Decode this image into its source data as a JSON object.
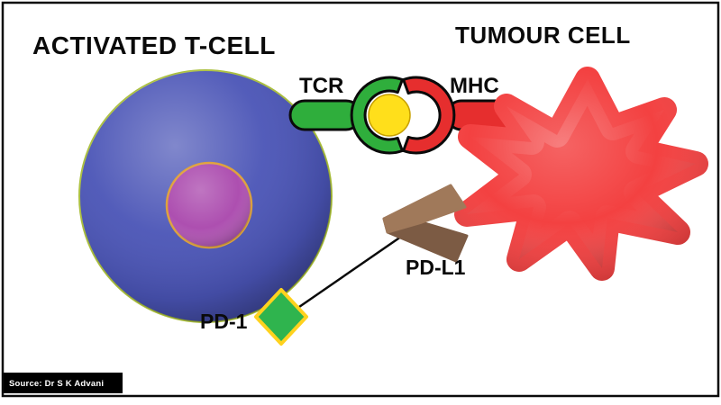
{
  "diagram": {
    "title_left": "ACTIVATED T-CELL",
    "title_right": "TUMOUR CELL",
    "labels": {
      "tcr": "TCR",
      "mhc": "MHC",
      "pd1": "PD-1",
      "pdl1": "PD-L1"
    },
    "source": "Source: Dr S K Advani",
    "colors": {
      "t_cell": "#4a54b6",
      "t_cell_rim": "#aabf3e",
      "nucleus": "#ad4fb0",
      "nucleus_ring": "#dfa23c",
      "receptor_green": "#2fae3c",
      "ligand_yellow": "#ffdf1b",
      "ligand_ring": "#c8a000",
      "mhc_red": "#e62e2e",
      "tumour_red": "#f34141",
      "pdl1_brown": "#a0795a",
      "pdl1_brown_dark": "#7c5b44",
      "pd1_green": "#2fb44e",
      "pd1_ring": "#ffd21e",
      "outline": "#0a0a0a"
    }
  }
}
